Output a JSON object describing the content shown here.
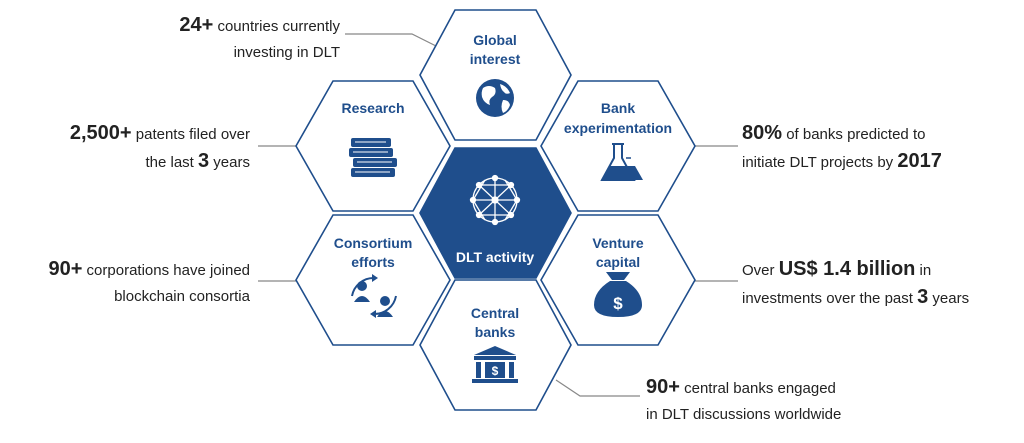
{
  "hexes": {
    "global_interest": {
      "line1": "Global",
      "line2": "interest"
    },
    "research": {
      "line1": "Research"
    },
    "bank_experimentation": {
      "line1": "Bank",
      "line2": "experimentation"
    },
    "dlt_activity": {
      "line1": "DLT activity"
    },
    "consortium_efforts": {
      "line1": "Consortium",
      "line2": "efforts"
    },
    "venture_capital": {
      "line1": "Venture",
      "line2": "capital"
    },
    "central_banks": {
      "line1": "Central",
      "line2": "banks"
    }
  },
  "annotations": {
    "countries": {
      "highlight": "24+",
      "text1": " countries currently",
      "text2": "investing in DLT"
    },
    "patents": {
      "highlight": "2,500+",
      "text1": " patents filed over",
      "text2a": "the last ",
      "highlight2": "3",
      "text2b": " years"
    },
    "banks_predicted": {
      "highlight": "80%",
      "text1": " of banks predicted to",
      "text2": "initiate DLT projects by ",
      "highlight2": "2017"
    },
    "corporations": {
      "highlight": "90+",
      "text1": " corporations have joined",
      "text2": "blockchain consortia"
    },
    "investments": {
      "text1a": "Over ",
      "highlight": "US$ 1.4 billion",
      "text1b": " in",
      "text2a": "investments over the past ",
      "highlight2": "3",
      "text2b": " years"
    },
    "central_banks": {
      "highlight": "90+",
      "text1": " central banks engaged",
      "text2": "in DLT discussions worldwide"
    }
  },
  "icons": {
    "global_interest": "globe-icon",
    "research": "books-icon",
    "bank_experimentation": "flask-icon",
    "dlt_activity": "network-icon",
    "consortium_efforts": "people-cycle-icon",
    "venture_capital": "money-bag-icon",
    "central_banks": "bank-building-icon"
  },
  "colors": {
    "accent": "#1f4e8c",
    "leader": "#888888",
    "text": "#222222"
  }
}
